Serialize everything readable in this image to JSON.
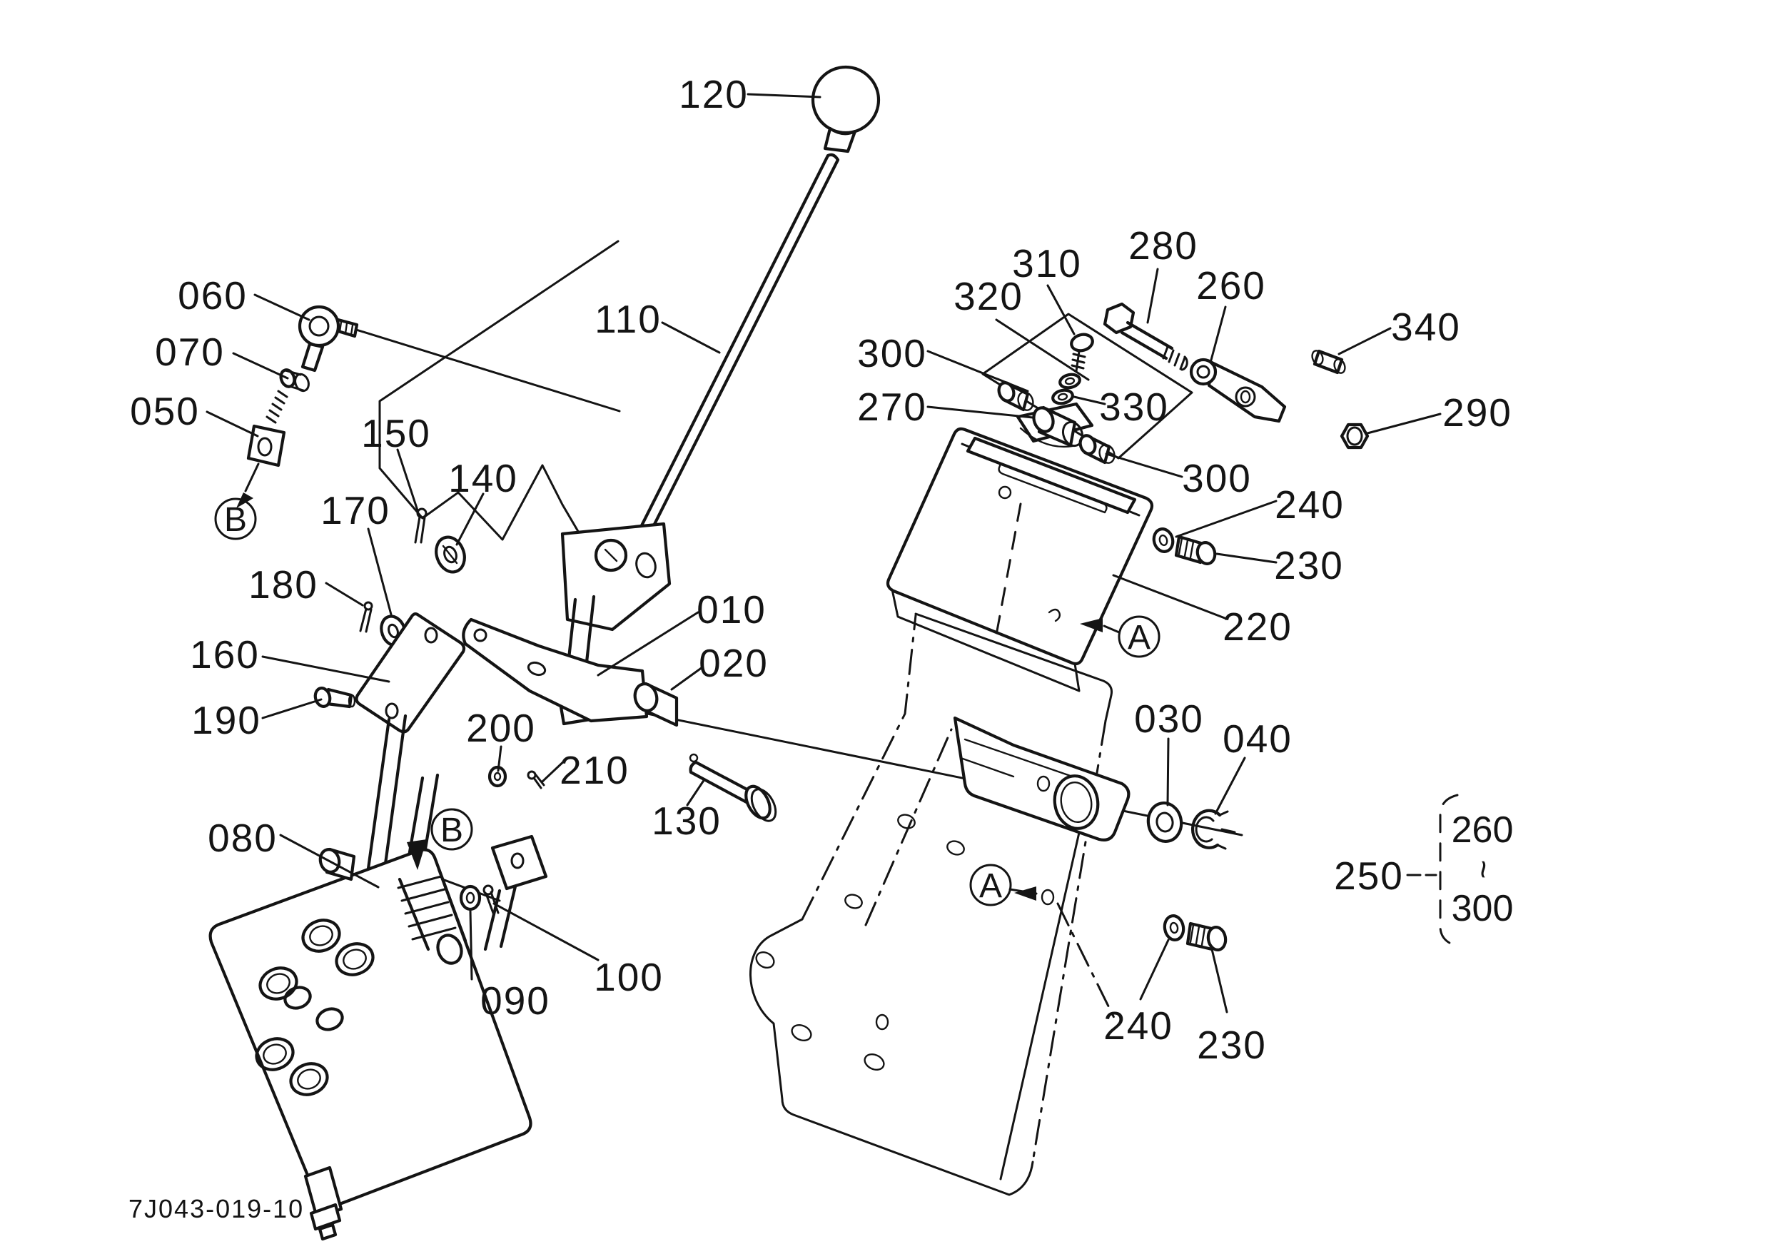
{
  "drawing_number": "7J043-019-10",
  "colors": {
    "ink": "#141414",
    "paper": "#ffffff"
  },
  "callouts": [
    {
      "part": "010"
    },
    {
      "part": "020"
    },
    {
      "part": "030"
    },
    {
      "part": "040"
    },
    {
      "part": "050"
    },
    {
      "part": "060"
    },
    {
      "part": "070"
    },
    {
      "part": "080"
    },
    {
      "part": "090"
    },
    {
      "part": "100"
    },
    {
      "part": "110"
    },
    {
      "part": "120"
    },
    {
      "part": "130"
    },
    {
      "part": "140"
    },
    {
      "part": "150"
    },
    {
      "part": "160"
    },
    {
      "part": "170"
    },
    {
      "part": "180"
    },
    {
      "part": "190"
    },
    {
      "part": "200"
    },
    {
      "part": "210"
    },
    {
      "part": "220"
    },
    {
      "part": "230"
    },
    {
      "part": "230"
    },
    {
      "part": "240"
    },
    {
      "part": "240"
    },
    {
      "part": "250"
    },
    {
      "part": "260"
    },
    {
      "part": "270"
    },
    {
      "part": "280"
    },
    {
      "part": "290"
    },
    {
      "part": "300"
    },
    {
      "part": "300"
    },
    {
      "part": "310"
    },
    {
      "part": "320"
    },
    {
      "part": "330"
    },
    {
      "part": "340"
    }
  ],
  "group_250": {
    "from": "260",
    "tilde": "~",
    "to": "300"
  },
  "view_markers": [
    {
      "letter": "A"
    },
    {
      "letter": "A"
    },
    {
      "letter": "B"
    },
    {
      "letter": "B"
    }
  ]
}
